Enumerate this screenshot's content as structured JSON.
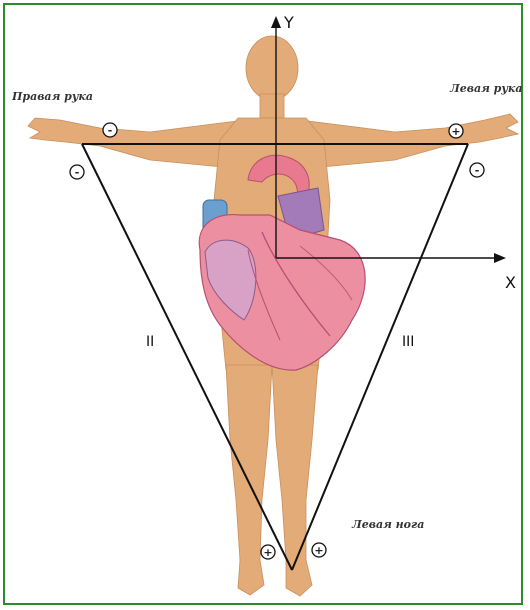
{
  "labels": {
    "right_arm": "Правая рука",
    "left_arm": "Левая рука",
    "left_leg": "Левая нога"
  },
  "axes": {
    "x": "X",
    "y": "Y"
  },
  "leads": {
    "lead2": "II",
    "lead3": "III"
  },
  "electrodes": {
    "right_arm_upper": "-",
    "right_arm_lower": "-",
    "left_arm_upper": "+",
    "left_arm_lower": "-",
    "leg_left": "+",
    "leg_right": "+"
  },
  "colors": {
    "skin": "#e2ab78",
    "heart": "#e87a8e",
    "heart_dark": "#b85070",
    "vessel_blue": "#6a9fd0",
    "vessel_purple": "#a27bb8",
    "border": "#2e8b2e"
  }
}
